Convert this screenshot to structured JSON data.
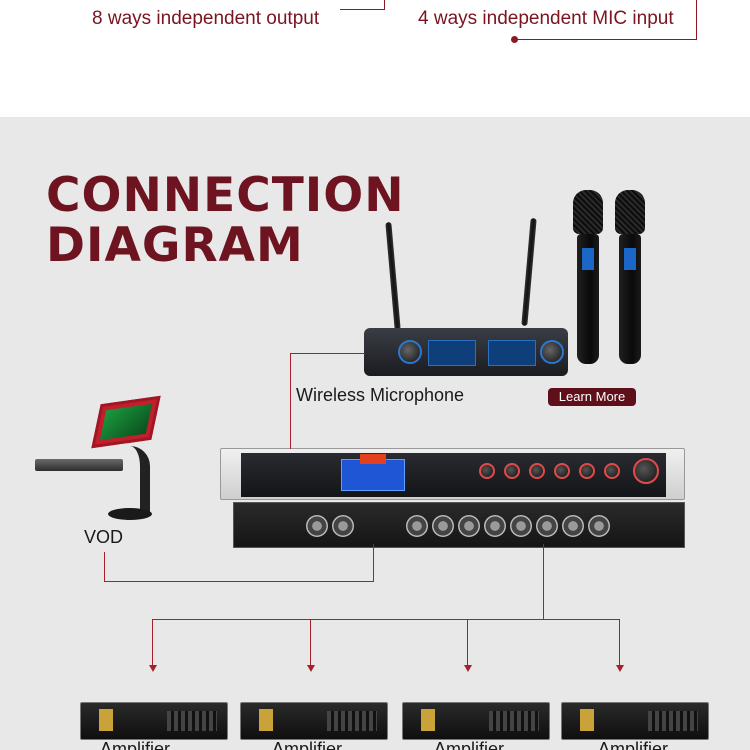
{
  "header": {
    "left_feature": "8 ways independent output",
    "right_feature": "4 ways independent MIC input"
  },
  "section": {
    "title_line1": "CONNECTION",
    "title_line2": "DIAGRAM"
  },
  "devices": {
    "wireless_mic_label": "Wireless Microphone",
    "learn_more_label": "Learn More",
    "vod_label": "VOD",
    "amplifiers": [
      "Amplifier",
      "Amplifier",
      "Amplifier",
      "Amplifier"
    ]
  },
  "colors": {
    "accent": "#8c1a25",
    "heading": "#6e1320",
    "wire": "#a8202c",
    "button_bg": "#5e0f1a",
    "panel_bg": "#e8e8e8"
  }
}
